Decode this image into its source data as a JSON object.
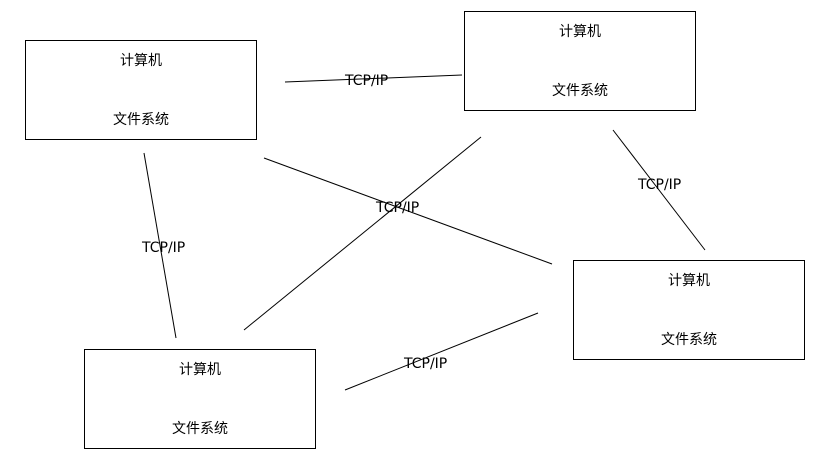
{
  "nodes": [
    {
      "title": "计算机",
      "subtitle": "文件系统"
    },
    {
      "title": "计算机",
      "subtitle": "文件系统"
    },
    {
      "title": "计算机",
      "subtitle": "文件系统"
    },
    {
      "title": "计算机",
      "subtitle": "文件系统"
    }
  ],
  "edges": [
    {
      "label": "TCP/IP"
    },
    {
      "label": "TCP/IP"
    },
    {
      "label": "TCP/IP"
    },
    {
      "label": "TCP/IP"
    },
    {
      "label": "TCP/IP"
    },
    {
      "label": ""
    }
  ]
}
